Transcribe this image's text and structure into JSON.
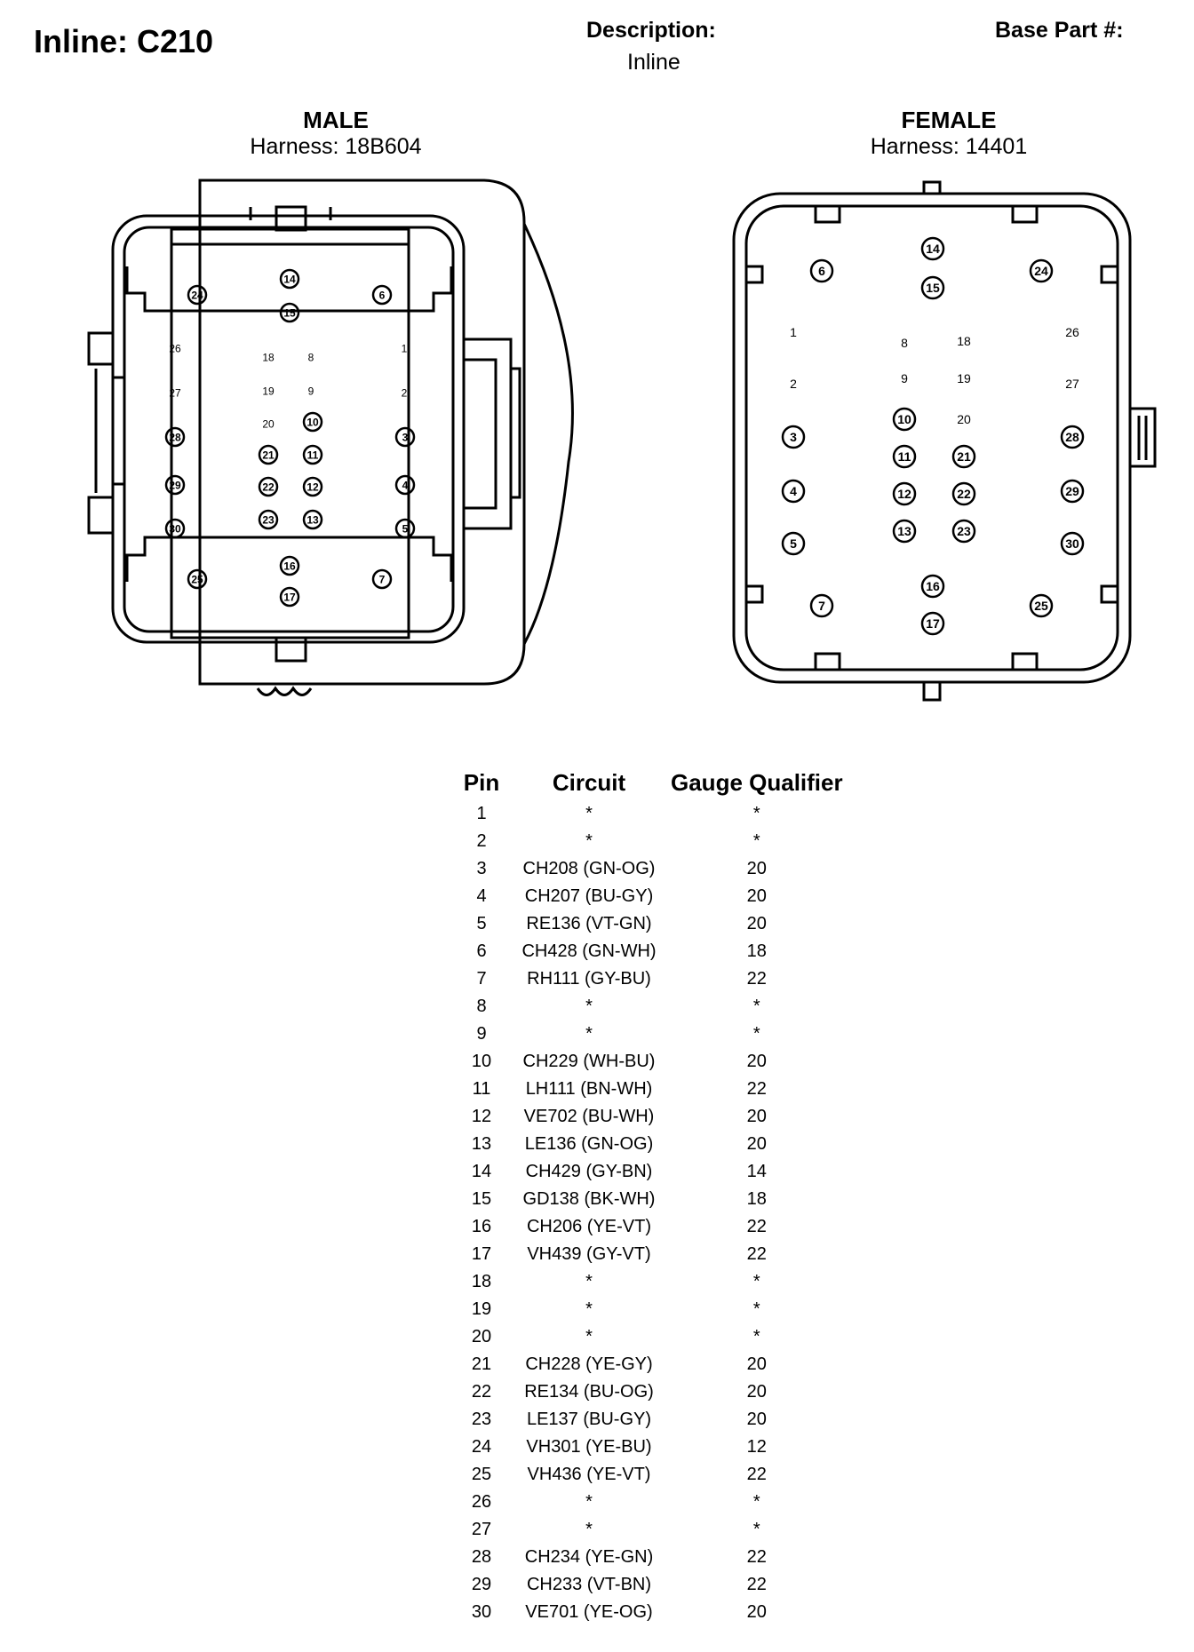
{
  "header": {
    "title": "Inline: C210",
    "description_label": "Description:",
    "description_value": "Inline",
    "base_part_label": "Base Part #:"
  },
  "male": {
    "label": "MALE",
    "harness": "Harness: 18B604",
    "circled_pins": [
      "3",
      "4",
      "5",
      "6",
      "7",
      "10",
      "11",
      "12",
      "13",
      "14",
      "15",
      "16",
      "17",
      "21",
      "22",
      "23",
      "24",
      "25",
      "28",
      "29",
      "30"
    ],
    "plain_pins": [
      "1",
      "2",
      "8",
      "9",
      "18",
      "19",
      "20",
      "26",
      "27"
    ]
  },
  "female": {
    "label": "FEMALE",
    "harness": "Harness: 14401",
    "circled_pins": [
      "3",
      "4",
      "5",
      "6",
      "7",
      "10",
      "11",
      "12",
      "13",
      "14",
      "15",
      "16",
      "17",
      "21",
      "22",
      "23",
      "24",
      "25",
      "28",
      "29",
      "30"
    ],
    "plain_pins": [
      "1",
      "2",
      "8",
      "9",
      "18",
      "19",
      "20",
      "26",
      "27"
    ]
  },
  "table": {
    "headers": [
      "Pin",
      "Circuit",
      "Gauge Qualifier"
    ],
    "rows": [
      [
        "1",
        "*",
        "*"
      ],
      [
        "2",
        "*",
        "*"
      ],
      [
        "3",
        "CH208 (GN-OG)",
        "20"
      ],
      [
        "4",
        "CH207 (BU-GY)",
        "20"
      ],
      [
        "5",
        "RE136 (VT-GN)",
        "20"
      ],
      [
        "6",
        "CH428 (GN-WH)",
        "18"
      ],
      [
        "7",
        "RH111 (GY-BU)",
        "22"
      ],
      [
        "8",
        "*",
        "*"
      ],
      [
        "9",
        "*",
        "*"
      ],
      [
        "10",
        "CH229 (WH-BU)",
        "20"
      ],
      [
        "11",
        "LH111 (BN-WH)",
        "22"
      ],
      [
        "12",
        "VE702 (BU-WH)",
        "20"
      ],
      [
        "13",
        "LE136 (GN-OG)",
        "20"
      ],
      [
        "14",
        "CH429 (GY-BN)",
        "14"
      ],
      [
        "15",
        "GD138 (BK-WH)",
        "18"
      ],
      [
        "16",
        "CH206 (YE-VT)",
        "22"
      ],
      [
        "17",
        "VH439 (GY-VT)",
        "22"
      ],
      [
        "18",
        "*",
        "*"
      ],
      [
        "19",
        "*",
        "*"
      ],
      [
        "20",
        "*",
        "*"
      ],
      [
        "21",
        "CH228 (YE-GY)",
        "20"
      ],
      [
        "22",
        "RE134 (BU-OG)",
        "20"
      ],
      [
        "23",
        "LE137 (BU-GY)",
        "20"
      ],
      [
        "24",
        "VH301 (YE-BU)",
        "12"
      ],
      [
        "25",
        "VH436 (YE-VT)",
        "22"
      ],
      [
        "26",
        "*",
        "*"
      ],
      [
        "27",
        "*",
        "*"
      ],
      [
        "28",
        "CH234 (YE-GN)",
        "22"
      ],
      [
        "29",
        "CH233 (VT-BN)",
        "22"
      ],
      [
        "30",
        "VE701 (YE-OG)",
        "20"
      ]
    ]
  }
}
